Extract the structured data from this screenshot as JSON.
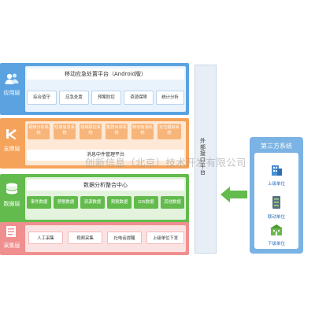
{
  "layers": {
    "app": {
      "label": "应用层",
      "title": "移动应急处置平台（Android版）",
      "items": [
        "综合值守",
        "应急处置",
        "预案防控",
        "资源保障",
        "统计分析"
      ]
    },
    "support": {
      "label": "支撑层",
      "items": [
        "视频分析系统",
        "短信信息系统",
        "视频联控系统",
        "集群对讲系统",
        "移动信通系统",
        "定位跟踪系统"
      ],
      "title": "消息中件管理平台"
    },
    "data": {
      "label": "数据层",
      "title": "数据分析整合中心",
      "items": [
        "事件数据",
        "预警数据",
        "资源数据",
        "预案数据",
        "GIS数据",
        "其他数据"
      ]
    },
    "collect": {
      "label": "采集层",
      "items": [
        "人工采集",
        "视频采集",
        "社电话提醒",
        "上级单位下发"
      ]
    }
  },
  "portal": {
    "label": "外部接口平台"
  },
  "third_party": {
    "title": "第三方系统",
    "units": [
      "上级单位",
      "联动单位",
      "下级单位"
    ]
  },
  "watermark": "创新信息（北京）技术开发有限公司",
  "colors": {
    "app": "#5aa2e0",
    "support": "#f5a35a",
    "data": "#62bb4c",
    "collect": "#f08f8f",
    "third": "#7ab3e4",
    "arrow": "#62bb4c"
  }
}
